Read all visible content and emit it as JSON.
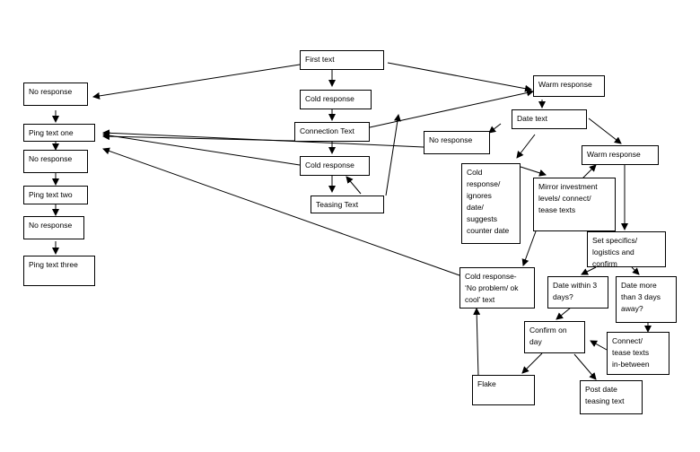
{
  "diagram": {
    "type": "flowchart",
    "nodes": {
      "first_text": "First text",
      "cold_response_1": "Cold response",
      "connection_text": "Connection Text",
      "cold_response_2": "Cold response",
      "teasing_text": "Teasing Text",
      "no_response_left": "No response",
      "ping_text_one": "Ping text one",
      "no_response_2": "No response",
      "ping_text_two": "Ping text two",
      "no_response_3": "No response",
      "ping_text_three": "Ping text three",
      "warm_response_1": "Warm response",
      "date_text": "Date text",
      "no_response_mid": "No response",
      "warm_response_2": "Warm response",
      "cold_ignores_date": "Cold\nresponse/\nignores\ndate/\nsuggests\ncounter date",
      "mirror_investment": "Mirror investment\nlevels/ connect/\ntease texts",
      "set_specifics": "Set specifics/\nlogistics and\nconfirm",
      "cold_no_problem": "Cold response-\n‘No problem/ ok\ncool’ text",
      "date_within_3": "Date within 3\ndays?",
      "date_more_3": "Date more\nthan 3 days\naway?",
      "confirm_on_day": "Confirm on\nday",
      "connect_tease": "Connect/\ntease texts\nin-between",
      "flake": "Flake",
      "post_date_teasing": "Post date\nteasing text"
    }
  }
}
